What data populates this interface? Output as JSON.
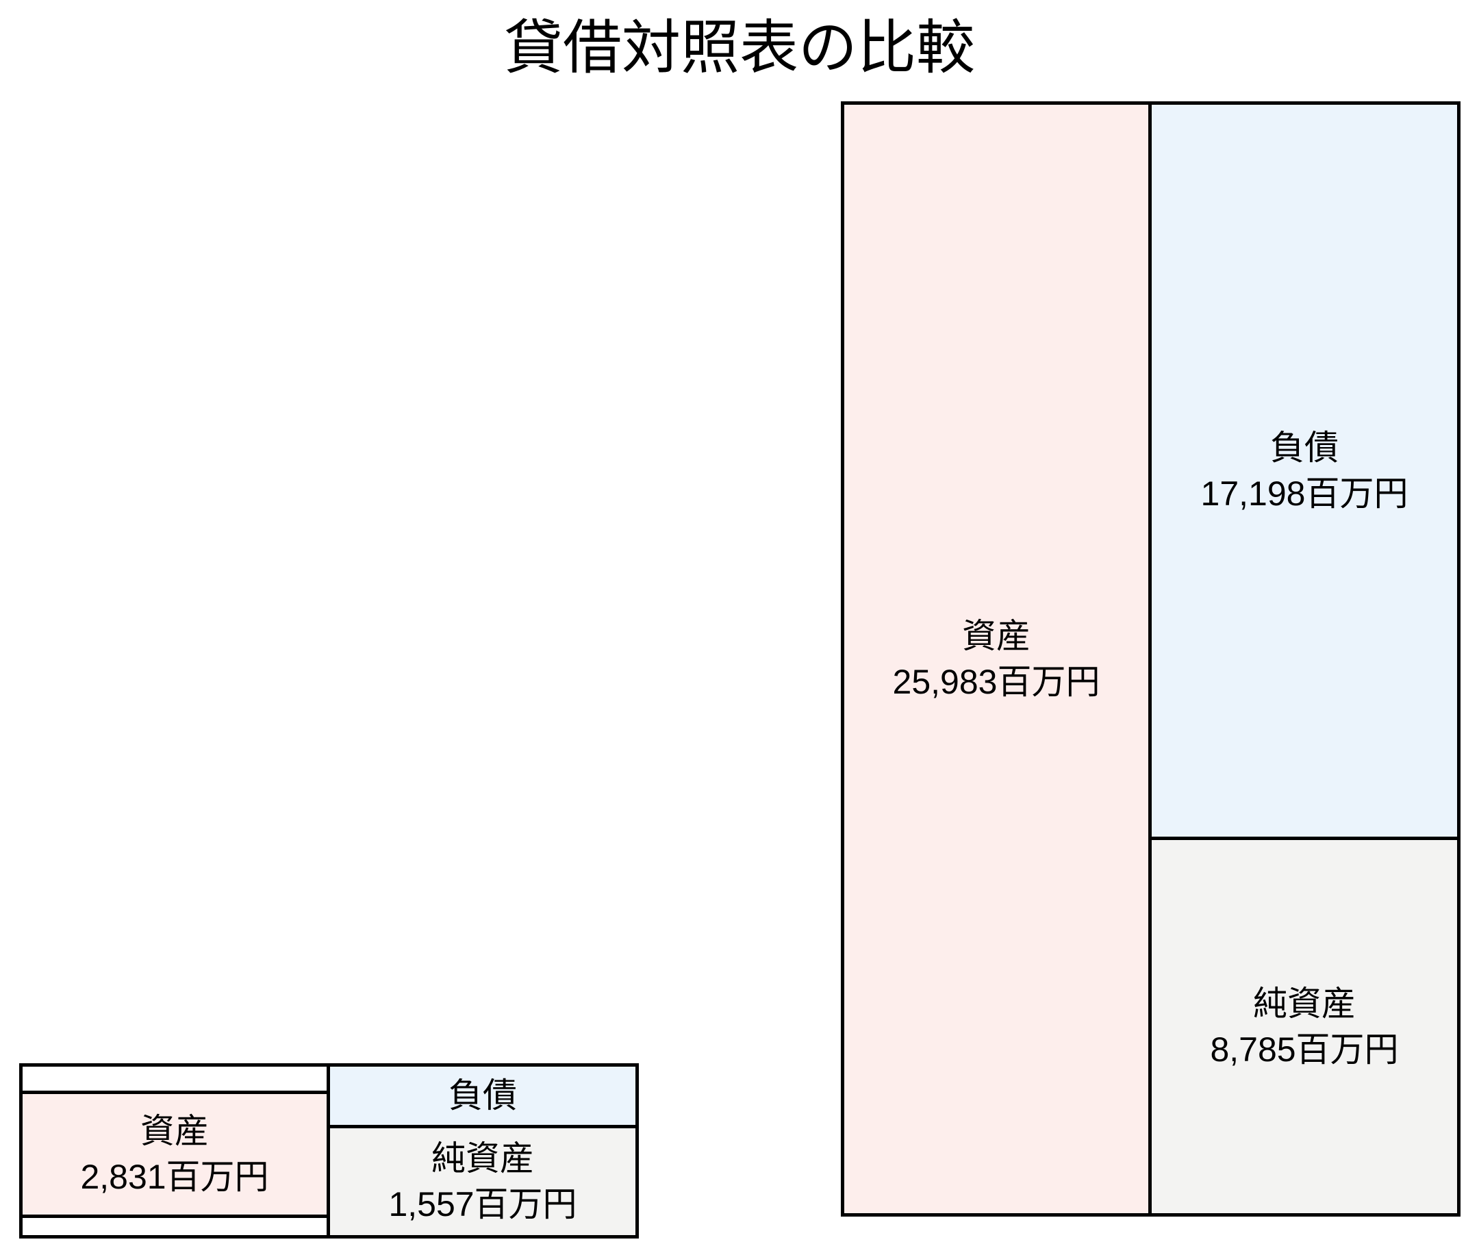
{
  "title": "貸借対照表の比較",
  "left_chart": {
    "assets_label": "資産",
    "assets_value": "2,831百万円",
    "liabilities_label": "負債",
    "net_assets_label": "純資産",
    "net_assets_value": "1,557百万円"
  },
  "right_chart": {
    "assets_label": "資産",
    "assets_value": "25,983百万円",
    "liabilities_label": "負債",
    "liabilities_value": "17,198百万円",
    "net_assets_label": "純資産",
    "net_assets_value": "8,785百万円"
  },
  "colors": {
    "assets_fill": "#FDEEEC",
    "liabilities_fill": "#EBF4FC",
    "net_assets_fill": "#F3F3F2",
    "border": "#000000"
  },
  "chart_data": {
    "type": "bar",
    "subtype": "stacked-balance-sheet-comparison",
    "title": "貸借対照表の比較",
    "unit": "百万円",
    "legend": "none",
    "item_labels": {
      "assets": "資産",
      "liabilities": "負債",
      "net_assets": "純資産"
    },
    "balance_sheets": [
      {
        "position": "left-small",
        "assets": 2831,
        "liabilities": null,
        "net_assets": 1557
      },
      {
        "position": "right-large",
        "assets": 25983,
        "liabilities": 17198,
        "net_assets": 8785
      }
    ],
    "layout_hints": {
      "two_columns_per_sheet": true,
      "assets_left_column": true,
      "liabilities_over_net_assets_right_column": true,
      "right_sheet_box_heights_proportional_to_values": true,
      "grid": false
    }
  }
}
